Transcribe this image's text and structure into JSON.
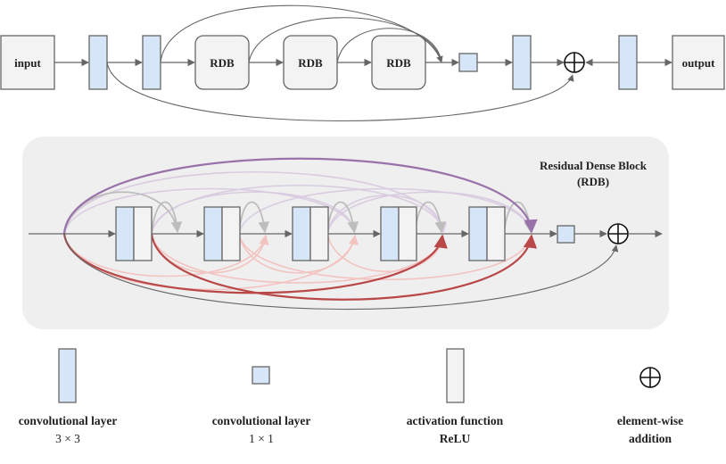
{
  "top_flow": {
    "input_label": "input",
    "output_label": "output",
    "rdb_labels": [
      "RDB",
      "RDB",
      "RDB"
    ]
  },
  "rdb_panel": {
    "title_line1": "Residual Dense Block",
    "title_line2": "(RDB)"
  },
  "legend": {
    "conv3": {
      "line1": "convolutional layer",
      "line2": "3 × 3"
    },
    "conv1": {
      "line1": "convolutional layer",
      "line2": "1 × 1"
    },
    "relu": {
      "line1": "activation function",
      "line2": "ReLU"
    },
    "add": {
      "line1": "element-wise",
      "line2": "addition"
    }
  },
  "colors": {
    "conv_fill": "#d6e6f8",
    "relu_fill": "#f3f3f3",
    "box_fill": "#f3f3f3",
    "panel_fill": "#efefef",
    "stroke": "#666666",
    "purple": "#9a72aa",
    "red": "#b94848",
    "gray_arc": "#bdbdbd",
    "light_purple": "#d9cce0",
    "light_red": "#f2c3c0"
  }
}
